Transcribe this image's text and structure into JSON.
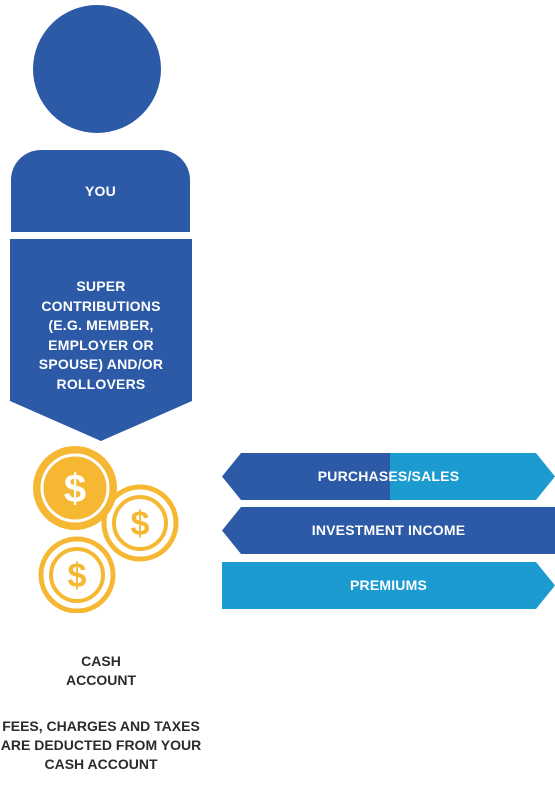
{
  "colors": {
    "dark_blue": "#2c5aa6",
    "light_blue": "#1c9bd1",
    "gold": "#f6b733",
    "text_dark": "#2b2b2b"
  },
  "person": {
    "label": "YOU",
    "icon": "person-icon"
  },
  "contributions": {
    "lines": [
      "SUPER",
      "CONTRIBUTIONS",
      "(E.G. MEMBER,",
      "EMPLOYER OR",
      "SPOUSE) AND/OR",
      "ROLLOVERS"
    ]
  },
  "cash_account": {
    "icon": "coins-icon",
    "coin_symbol": "$",
    "label_lines": [
      "CASH",
      "ACCOUNT"
    ],
    "fees_lines": [
      "FEES, CHARGES AND TAXES",
      "ARE DEDUCTED FROM YOUR",
      "CASH ACCOUNT"
    ]
  },
  "flows": {
    "purchases_sales": "PURCHASES/SALES",
    "investment_income": "INVESTMENT INCOME",
    "premiums": "PREMIUMS"
  }
}
